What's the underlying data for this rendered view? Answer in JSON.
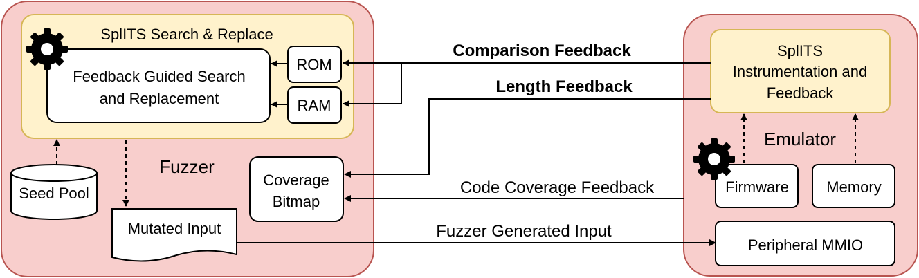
{
  "colors": {
    "container_fill": "#f8cecc",
    "container_stroke": "#b85450",
    "panel_fill": "#fff2cc",
    "panel_stroke": "#d6b656",
    "box_fill": "#ffffff",
    "stroke": "#000000"
  },
  "fuzzer": {
    "label": "Fuzzer",
    "search_replace": {
      "title": "SplITS Search & Replace",
      "guided_line1": "Feedback Guided Search",
      "guided_line2": "and Replacement",
      "rom": "ROM",
      "ram": "RAM"
    },
    "seed_pool": "Seed Pool",
    "coverage_line1": "Coverage",
    "coverage_line2": "Bitmap",
    "mutated_input": "Mutated Input"
  },
  "emulator": {
    "label": "Emulator",
    "instr_line1": "SplITS",
    "instr_line2": "Instrumentation and",
    "instr_line3": "Feedback",
    "firmware": "Firmware",
    "memory": "Memory",
    "peripheral": "Peripheral MMIO"
  },
  "edges": {
    "comparison": "Comparison Feedback",
    "length": "Length Feedback",
    "coverage": "Code Coverage Feedback",
    "generated": "Fuzzer Generated Input"
  },
  "icons": {
    "gear_left": "gear-icon",
    "gear_right": "gear-icon"
  }
}
